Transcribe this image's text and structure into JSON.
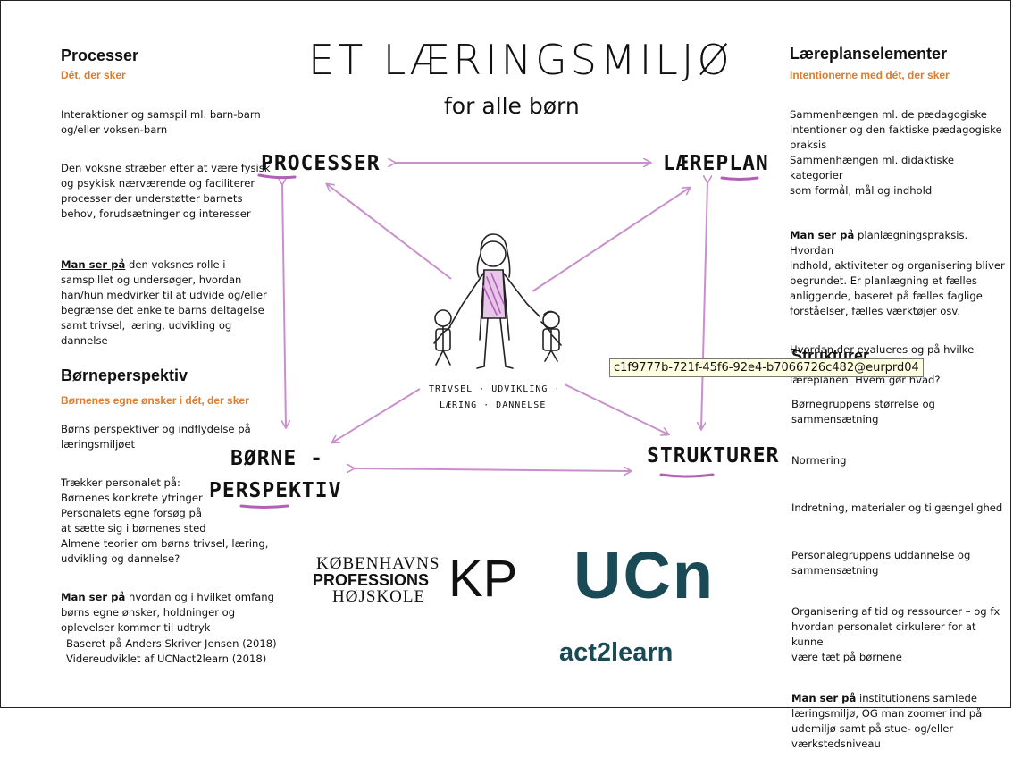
{
  "title": {
    "line1": "ET LÆRINGSMILJØ",
    "line2": "for alle børn"
  },
  "nodes": {
    "processer": "PROCESSER",
    "laereplan": "LÆREPLAN",
    "borne1": "BØRNE -",
    "borne2": "PERSPEKTIV",
    "strukturer": "STRUKTURER"
  },
  "center_caption": {
    "line1": "TRIVSEL · UDVIKLING ·",
    "line2": "LÆRING · DANNELSE"
  },
  "processer_panel": {
    "heading": "Processer",
    "subheading": "Dét, der sker",
    "p1": "Interaktioner og samspil ml. barn-barn\nog/eller voksen-barn",
    "p2": "Den voksne stræber efter at være fysisk\nog psykisk nærværende og faciliterer\nprocesser der understøtter barnets\nbehov, forudsætninger og interesser",
    "p3_lead": "Man ser på",
    "p3_rest": " den voksnes rolle i\nsamspillet og undersøger, hvordan\nhan/hun medvirker til at udvide og/eller\nbegrænse det enkelte barns deltagelse\nsamt trivsel, læring, udvikling og\ndannelse"
  },
  "laereplan_panel": {
    "heading": "Læreplanselementer",
    "subheading": "Intentionerne med dét, der sker",
    "p1": "Sammenhængen ml. de pædagogiske\nintentioner og den faktiske pædagogiske\npraksis\nSammenhængen ml. didaktiske kategorier\nsom formål, mål og indhold",
    "p2_lead": "Man ser på",
    "p2_rest": " planlægningspraksis. Hvordan\nindhold, aktiviteter og organisering bliver\nbegrundet. Er planlægning et fælles\nanliggende, baseret på fælles faglige\nforståelser, fælles værktøjer osv.",
    "p3": "Hvordan der evalueres og på hvilke temaer i\nlæreplanen. Hvem gør hvad?"
  },
  "borne_panel": {
    "heading": "Børneperspektiv",
    "subheading": "Børnenes egne ønsker i dét, der sker",
    "p1": "Børns perspektiver og indflydelse på\nlæringsmiljøet",
    "p2": "Trækker personalet på:\nBørnenes konkrete ytringer\nPersonalets egne forsøg på\nat sætte sig i børnenes sted\nAlmene teorier om børns trivsel, læring,\nudvikling og dannelse?",
    "p3_lead": "Man ser på",
    "p3_rest": " hvordan og i hvilket omfang\nbørns egne ønsker, holdninger og\noplevelser kommer til udtryk"
  },
  "strukturer_panel": {
    "heading": "Strukturer",
    "items": [
      "Børnegruppens størrelse og\nsammensætning",
      "Normering",
      "Indretning, materialer og tilgængelighed",
      "Personalegruppens uddannelse og\nsammensætning",
      "Organisering af tid og ressourcer – og fx\nhvordan personalet cirkulerer for at kunne\nvære tæt på børnene"
    ],
    "last_lead": "Man ser på",
    "last_rest": " institutionens samlede\nlæringsmiljø, OG man zoomer ind på\nudemiljø samt på stue- og/eller\nværkstedsniveau"
  },
  "credits": {
    "line1": "Baseret på Anders Skriver Jensen (2018)",
    "line2": "Videreudviklet af UCNact2learn (2018)"
  },
  "logos": {
    "kp_line1": "KØBENHAVNS",
    "kp_line2": "PROFESSIONS",
    "kp_line3": "HØJSKOLE",
    "kp_mark": "KP",
    "ucn": "UCn",
    "act2learn": "act2learn"
  },
  "tooltip": "c1f9777b-721f-45f6-92e4-b7066726c482@eurprd04",
  "colors": {
    "accent_orange": "#e07b2a",
    "arrow_purple": "#c98fcc",
    "ucn_teal": "#1b4a57"
  }
}
